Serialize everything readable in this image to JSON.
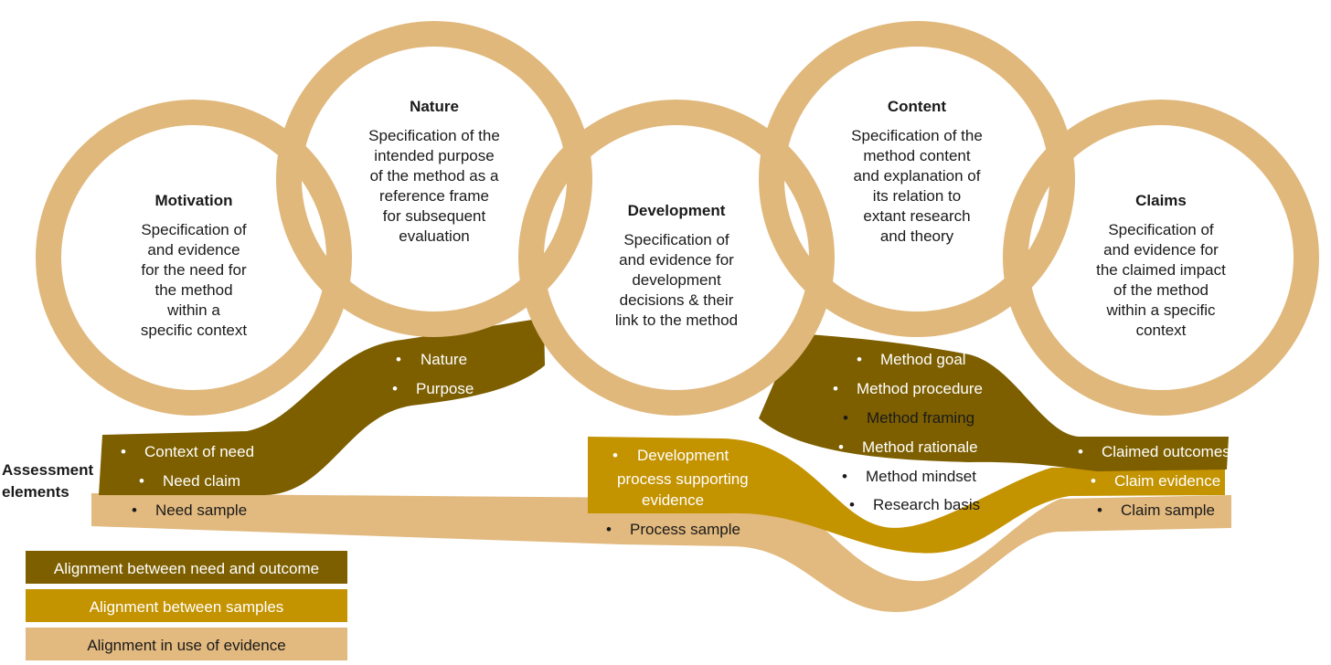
{
  "colors": {
    "ring": "#e0b87c",
    "dark_band": "#7d5f00",
    "gold_band": "#c49300",
    "light_band": "#e2b97e"
  },
  "circles": [
    {
      "id": "motivation",
      "title": "Motivation",
      "lines": [
        "Specification of",
        "and evidence",
        "for the need for",
        "the method",
        "within a",
        "specific context"
      ]
    },
    {
      "id": "nature",
      "title": "Nature",
      "lines": [
        "Specification of the",
        "intended purpose",
        "of the method as a",
        "reference frame",
        "for subsequent",
        "evaluation"
      ]
    },
    {
      "id": "development",
      "title": "Development",
      "lines": [
        "Specification of",
        "and evidence for",
        "development",
        "decisions & their",
        "link to the method"
      ]
    },
    {
      "id": "content",
      "title": "Content",
      "lines": [
        "Specification of the",
        "method content",
        "and explanation of",
        "its relation to",
        "extant research",
        "and theory"
      ]
    },
    {
      "id": "claims",
      "title": "Claims",
      "lines": [
        "Specification of",
        "and evidence for",
        "the claimed impact",
        "of the method",
        "within a specific",
        "context"
      ]
    }
  ],
  "side_label": [
    "Assessment",
    "elements"
  ],
  "elements": {
    "nature": [
      "Nature",
      "Purpose"
    ],
    "motivation": [
      "Context of need",
      "Need claim",
      "Need sample"
    ],
    "development": [
      "Development",
      "process supporting",
      "evidence"
    ],
    "process_sample": "Process sample",
    "content": [
      "Method goal",
      "Method procedure",
      "Method framing",
      "Method rationale",
      "Method mindset",
      "Research basis"
    ],
    "claims": [
      "Claimed outcomes",
      "Claim evidence",
      "Claim sample"
    ]
  },
  "legend": [
    {
      "label": "Alignment between need and outcome",
      "color": "#7d5f00",
      "text_color": "#ffffff"
    },
    {
      "label": "Alignment between samples",
      "color": "#c49300",
      "text_color": "#ffffff"
    },
    {
      "label": "Alignment in use of evidence",
      "color": "#e2b97e",
      "text_color": "#1a1a1a"
    }
  ]
}
